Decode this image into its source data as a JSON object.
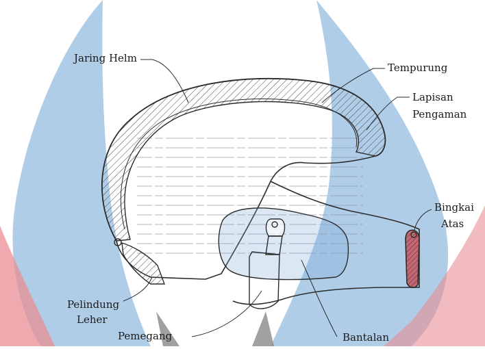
{
  "diagram": {
    "labels": {
      "jaring_helm": "Jaring Helm",
      "tempurung": "Tempurung",
      "lapisan_pengaman_line1": "Lapisan",
      "lapisan_pengaman_line2": "Pengaman",
      "bingkai_atas_line1": "Bingkai",
      "bingkai_atas_line2": "Atas",
      "pelindung_leher_line1": "Pelindung",
      "pelindung_leher_line2": "Leher",
      "pemegang": "Pemegang",
      "bantalan": "Bantalan"
    },
    "colors": {
      "watermark_blue": "#6fa4d3",
      "watermark_red": "#e88d94",
      "watermark_gray": "#8a8a8a",
      "outline": "#2b2b2b",
      "visor_red": "#c4474f"
    }
  }
}
